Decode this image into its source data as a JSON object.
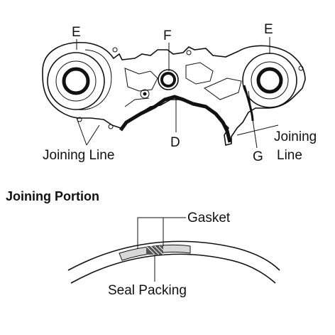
{
  "diagram": {
    "top": {
      "label_e_left": "E",
      "label_f": "F",
      "label_e_right": "E",
      "label_d": "D",
      "label_g": "G",
      "label_joining_line_left": "Joining Line",
      "label_joining_line_right_1": "Joining",
      "label_joining_line_right_2": "Line"
    },
    "bottom": {
      "heading": "Joining Portion",
      "label_gasket": "Gasket",
      "label_seal_packing": "Seal Packing"
    }
  }
}
